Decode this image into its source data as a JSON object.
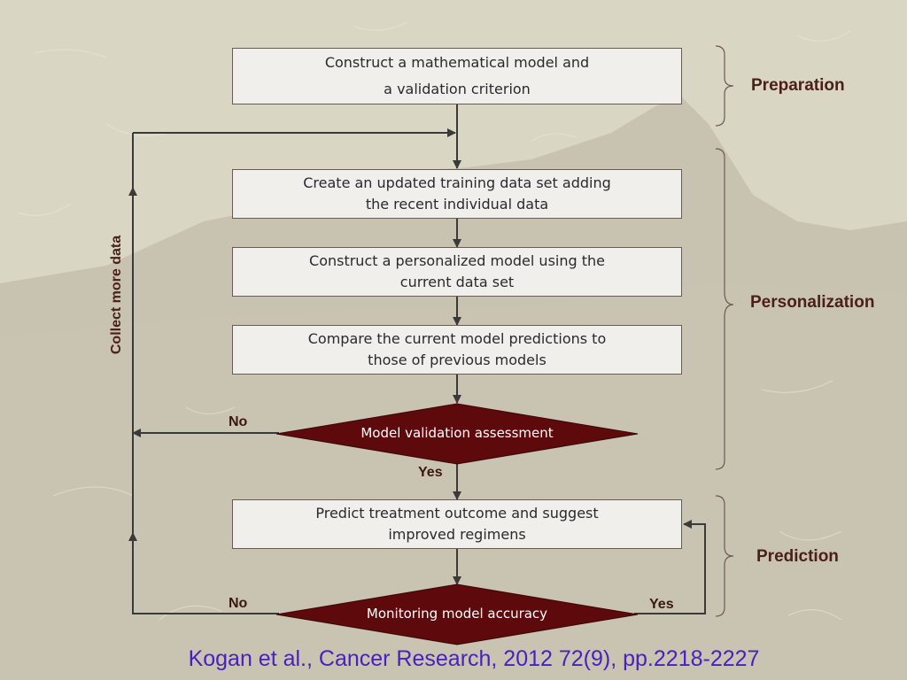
{
  "diagram": {
    "boxes": {
      "construct": {
        "line1": "Construct a mathematical model and",
        "line2": "a validation criterion"
      },
      "update": {
        "line1": "Create an updated training data set adding",
        "line2": "the recent individual data"
      },
      "personalized": {
        "line1": "Construct a personalized model using the",
        "line2": "current data set"
      },
      "compare": {
        "line1": "Compare the current model predictions to",
        "line2": "those of previous models"
      },
      "predict": {
        "line1": "Predict treatment outcome and suggest",
        "line2": "improved regimens"
      }
    },
    "decisions": {
      "validation": {
        "label": "Model validation assessment",
        "no": "No",
        "yes": "Yes"
      },
      "monitoring": {
        "label": "Monitoring model accuracy",
        "no": "No",
        "yes": "Yes"
      }
    },
    "loop_label": "Collect more data",
    "phases": {
      "preparation": "Preparation",
      "personalization": "Personalization",
      "prediction": "Prediction"
    }
  },
  "citation": "Kogan et al., Cancer Research, 2012 72(9), pp.2218-2227",
  "colors": {
    "background": "#d9d6c4",
    "decision_fill": "#5e0a0c",
    "box_fill": "#f0efec",
    "line": "#3a3a3a",
    "phase_text": "#4a2018",
    "citation": "#4a20c0"
  }
}
